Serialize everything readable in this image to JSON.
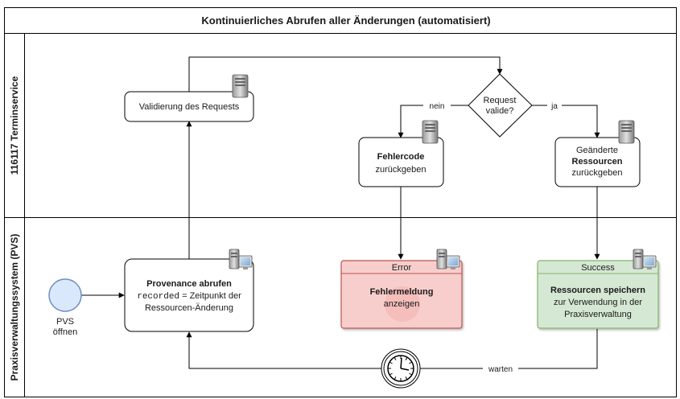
{
  "title": "Kontinuierliches Abrufen aller Änderungen (automatisiert)",
  "lanes": [
    {
      "label": "116117 Terminservice"
    },
    {
      "label": "Praxisverwaltungssystem (PVS)"
    }
  ],
  "start_event": {
    "label_line1": "PVS",
    "label_line2": "öffnen"
  },
  "nodes": {
    "provenance": {
      "title": "Provenance abrufen",
      "code": "recorded",
      "line2_rest": " = Zeitpunkt der",
      "line3": "Ressourcen-Änderung"
    },
    "validierung": {
      "label": "Validierung des Requests"
    },
    "gateway": {
      "line1": "Request",
      "line2": "valide?"
    },
    "fehlercode": {
      "title": "Fehlercode",
      "line2": "zurückgeben"
    },
    "geaenderte": {
      "line1": "Geänderte",
      "title": "Ressourcen",
      "line3": "zurückgeben"
    },
    "error": {
      "header": "Error",
      "title": "Fehlermeldung",
      "line2": "anzeigen"
    },
    "success": {
      "header": "Success",
      "title": "Ressourcen speichern",
      "line2": "zur Verwendung in der",
      "line3": "Praxisverwaltung"
    }
  },
  "edge_labels": {
    "nein": "nein",
    "ja": "ja",
    "warten": "warten"
  },
  "icons": [
    "server-icon",
    "computer-icon",
    "clock-icon"
  ],
  "colors": {
    "start_fill": "#dae8fc",
    "start_stroke": "#6c8ebf",
    "error_fill": "#f8cecc",
    "error_stroke": "#b85450",
    "success_fill": "#d5e8d4",
    "success_stroke": "#82b366"
  }
}
